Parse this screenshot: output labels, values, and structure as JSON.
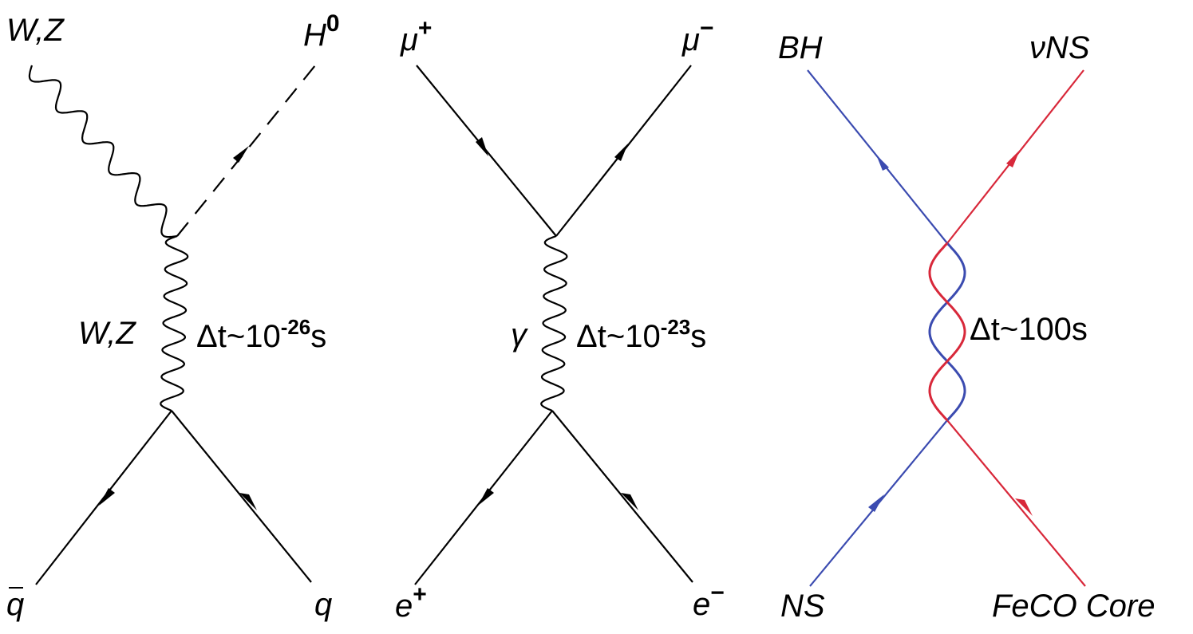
{
  "colors": {
    "line": "#000000",
    "blue": "#3b4bb0",
    "red": "#d8283a"
  },
  "diagrams": {
    "higgs": {
      "top_left": "W,Z",
      "top_right": "H",
      "top_right_sup": "0",
      "bottom_left": "q",
      "bottom_right": "q",
      "propagator": "W,Z",
      "time_prefix": "Δt~10",
      "time_exp": "-26",
      "time_unit": "s"
    },
    "qed": {
      "top_left": "μ",
      "top_left_sup": "+",
      "top_right": "μ",
      "top_right_sup": "−",
      "bottom_left": "e",
      "bottom_left_sup": "+",
      "bottom_right": "e",
      "bottom_right_sup": "−",
      "propagator": "γ",
      "time_prefix": "Δt~10",
      "time_exp": "-23",
      "time_unit": "s"
    },
    "neutron_star": {
      "top_left": "BH",
      "top_right": "νNS",
      "bottom_left": "NS",
      "bottom_right": "FeCO Core",
      "time": "Δt~100s"
    }
  }
}
